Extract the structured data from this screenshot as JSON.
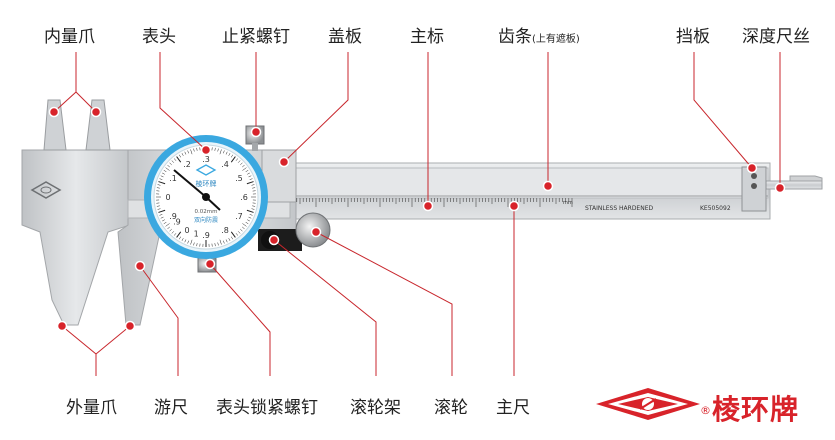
{
  "labels": {
    "inner_jaws": "内量爪",
    "dial": "表头",
    "stop_screw": "止紧螺钉",
    "cover_plate": "盖板",
    "main_scale": "主标",
    "rack": "齿条",
    "rack_note": "(上有遮板)",
    "stopper": "挡板",
    "depth_rod": "深度尺丝",
    "outer_jaws": "外量爪",
    "slider": "游尺",
    "dial_lock_screw": "表头锁紧螺钉",
    "roller_frame": "滚轮架",
    "roller": "滚轮",
    "main_beam": "主尺"
  },
  "beam_text": {
    "stainless": "STAINLESS HARDENED",
    "serial": "KE505092",
    "units": "mm"
  },
  "dial": {
    "numbers": [
      ".9",
      "0",
      ".1",
      ".2",
      ".3",
      ".4",
      ".5",
      ".6",
      ".7",
      ".8",
      ".9",
      "1",
      "0",
      ".9"
    ],
    "precision": "0.02mm",
    "subtitle": "双向防震",
    "brand": "棱环牌"
  },
  "brand": {
    "name": "棱环牌",
    "mark": "®"
  },
  "colors": {
    "accent": "#d8232a",
    "dial_bezel": "#3aa8e0",
    "steel": "#d6d8da"
  }
}
